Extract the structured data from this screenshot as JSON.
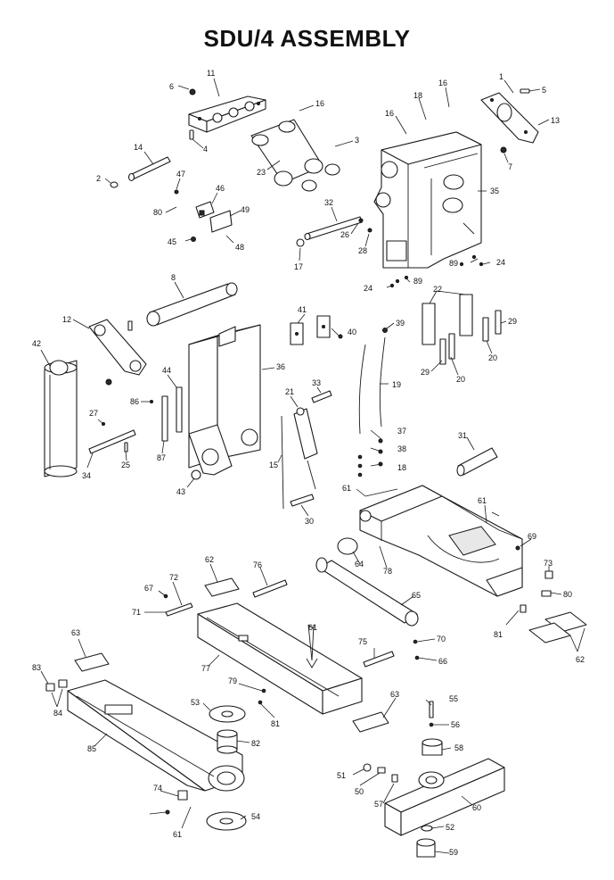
{
  "title": "SDU/4 ASSEMBLY",
  "callouts": [
    {
      "id": "c1",
      "text": "1"
    },
    {
      "id": "c2",
      "text": "2"
    },
    {
      "id": "c3",
      "text": "3"
    },
    {
      "id": "c4",
      "text": "4"
    },
    {
      "id": "c5",
      "text": "5"
    },
    {
      "id": "c6",
      "text": "6"
    },
    {
      "id": "c7",
      "text": "7"
    },
    {
      "id": "c8",
      "text": "8"
    },
    {
      "id": "c11",
      "text": "11"
    },
    {
      "id": "c12",
      "text": "12"
    },
    {
      "id": "c13",
      "text": "13"
    },
    {
      "id": "c14",
      "text": "14"
    },
    {
      "id": "c15",
      "text": "15"
    },
    {
      "id": "c16a",
      "text": "16"
    },
    {
      "id": "c16b",
      "text": "16"
    },
    {
      "id": "c16c",
      "text": "16"
    },
    {
      "id": "c17",
      "text": "17"
    },
    {
      "id": "c18a",
      "text": "18"
    },
    {
      "id": "c18b",
      "text": "18"
    },
    {
      "id": "c19",
      "text": "19"
    },
    {
      "id": "c20a",
      "text": "20"
    },
    {
      "id": "c20b",
      "text": "20"
    },
    {
      "id": "c21",
      "text": "21"
    },
    {
      "id": "c22",
      "text": "22"
    },
    {
      "id": "c23",
      "text": "23"
    },
    {
      "id": "c24a",
      "text": "24"
    },
    {
      "id": "c24b",
      "text": "24"
    },
    {
      "id": "c25",
      "text": "25"
    },
    {
      "id": "c26",
      "text": "26"
    },
    {
      "id": "c27",
      "text": "27"
    },
    {
      "id": "c28",
      "text": "28"
    },
    {
      "id": "c29a",
      "text": "29"
    },
    {
      "id": "c29b",
      "text": "29"
    },
    {
      "id": "c30",
      "text": "30"
    },
    {
      "id": "c31",
      "text": "31"
    },
    {
      "id": "c32",
      "text": "32"
    },
    {
      "id": "c33",
      "text": "33"
    },
    {
      "id": "c34",
      "text": "34"
    },
    {
      "id": "c35",
      "text": "35"
    },
    {
      "id": "c36",
      "text": "36"
    },
    {
      "id": "c37",
      "text": "37"
    },
    {
      "id": "c38",
      "text": "38"
    },
    {
      "id": "c39",
      "text": "39"
    },
    {
      "id": "c40",
      "text": "40"
    },
    {
      "id": "c41",
      "text": "41"
    },
    {
      "id": "c42",
      "text": "42"
    },
    {
      "id": "c43",
      "text": "43"
    },
    {
      "id": "c44",
      "text": "44"
    },
    {
      "id": "c45",
      "text": "45"
    },
    {
      "id": "c46",
      "text": "46"
    },
    {
      "id": "c47",
      "text": "47"
    },
    {
      "id": "c48",
      "text": "48"
    },
    {
      "id": "c49",
      "text": "49"
    },
    {
      "id": "c50",
      "text": "50"
    },
    {
      "id": "c51",
      "text": "51"
    },
    {
      "id": "c52",
      "text": "52"
    },
    {
      "id": "c53",
      "text": "53"
    },
    {
      "id": "c54",
      "text": "54"
    },
    {
      "id": "c55",
      "text": "55"
    },
    {
      "id": "c56",
      "text": "56"
    },
    {
      "id": "c57",
      "text": "57"
    },
    {
      "id": "c58",
      "text": "58"
    },
    {
      "id": "c59",
      "text": "59"
    },
    {
      "id": "c60",
      "text": "60"
    },
    {
      "id": "c61a",
      "text": "61"
    },
    {
      "id": "c61b",
      "text": "61"
    },
    {
      "id": "c61c",
      "text": "61"
    },
    {
      "id": "c61d",
      "text": "61"
    },
    {
      "id": "c62a",
      "text": "62"
    },
    {
      "id": "c62b",
      "text": "62"
    },
    {
      "id": "c63a",
      "text": "63"
    },
    {
      "id": "c63b",
      "text": "63"
    },
    {
      "id": "c64",
      "text": "64"
    },
    {
      "id": "c65",
      "text": "65"
    },
    {
      "id": "c66",
      "text": "66"
    },
    {
      "id": "c67",
      "text": "67"
    },
    {
      "id": "c69",
      "text": "69"
    },
    {
      "id": "c70",
      "text": "70"
    },
    {
      "id": "c71",
      "text": "71"
    },
    {
      "id": "c72",
      "text": "72"
    },
    {
      "id": "c73",
      "text": "73"
    },
    {
      "id": "c74",
      "text": "74"
    },
    {
      "id": "c75",
      "text": "75"
    },
    {
      "id": "c76",
      "text": "76"
    },
    {
      "id": "c77",
      "text": "77"
    },
    {
      "id": "c78",
      "text": "78"
    },
    {
      "id": "c79",
      "text": "79"
    },
    {
      "id": "c80a",
      "text": "80"
    },
    {
      "id": "c80b",
      "text": "80"
    },
    {
      "id": "c81a",
      "text": "81"
    },
    {
      "id": "c81b",
      "text": "81"
    },
    {
      "id": "c82",
      "text": "82"
    },
    {
      "id": "c83",
      "text": "83"
    },
    {
      "id": "c84",
      "text": "84"
    },
    {
      "id": "c85",
      "text": "85"
    },
    {
      "id": "c86",
      "text": "86"
    },
    {
      "id": "c87",
      "text": "87"
    },
    {
      "id": "c89a",
      "text": "89"
    },
    {
      "id": "c89b",
      "text": "89"
    }
  ]
}
